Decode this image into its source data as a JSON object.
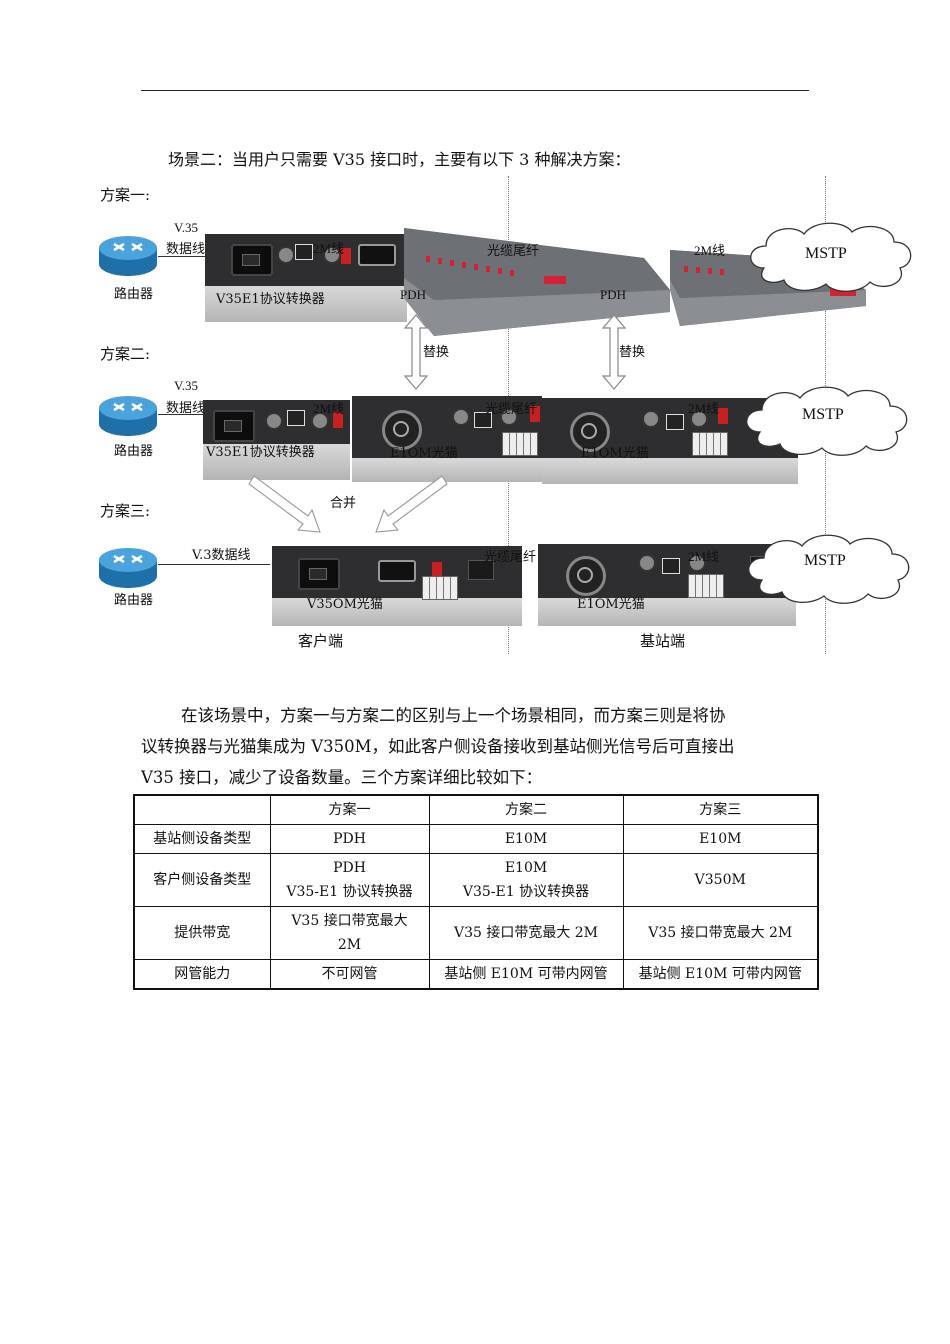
{
  "intro": "场景二：当用户只需要 V35 接口时，主要有以下 3 种解决方案：",
  "schemes": {
    "s1": "方案一:",
    "s2": "方案二:",
    "s3": "方案三:"
  },
  "labels": {
    "router": "路由器",
    "v35": "V.35",
    "data_line": "数据线",
    "v3_data_line": "V.3数据线",
    "two_m_line": "2M线",
    "fiber": "光缆尾纤",
    "pdh": "PDH",
    "v35e1_converter": "V35E1协议转换器",
    "e1om": "E1OM光猫",
    "v35om": "V35OM光猫",
    "replace": "替换",
    "merge": "合并",
    "mstp": "MSTP",
    "customer_side": "客户端",
    "base_side": "基站端"
  },
  "paragraph": [
    "在该场景中，方案一与方案二的区别与上一个场景相同，而方案三则是将协",
    "议转换器与光猫集成为 V350M，如此客户侧设备接收到基站侧光信号后可直接出",
    "V35 接口，减少了设备数量。三个方案详细比较如下："
  ],
  "table": {
    "header": [
      "",
      "方案一",
      "方案二",
      "方案三"
    ],
    "rows": [
      {
        "label": "基站侧设备类型",
        "c1": "PDH",
        "c2": "E10M",
        "c3": "E10M"
      },
      {
        "label": "客户侧设备类型",
        "c1a": "PDH",
        "c1b": "V35-E1 协议转换器",
        "c2a": "E10M",
        "c2b": "V35-E1 协议转换器",
        "c3": "V350M"
      },
      {
        "label": "提供带宽",
        "c1a": "V35 接口带宽最大",
        "c1b": "2M",
        "c2": "V35 接口带宽最大 2M",
        "c3": "V35 接口带宽最大 2M"
      },
      {
        "label": "网管能力",
        "c1": "不可网管",
        "c2": "基站侧 E10M 可带内网管",
        "c3": "基站侧 E10M 可带内网管"
      }
    ]
  },
  "colors": {
    "device_top": "#2e2e30",
    "device_body": "#c4c4c4",
    "pdh_panel": "#55585c",
    "led_red": "#d22233",
    "cloud_stroke": "#333333"
  }
}
